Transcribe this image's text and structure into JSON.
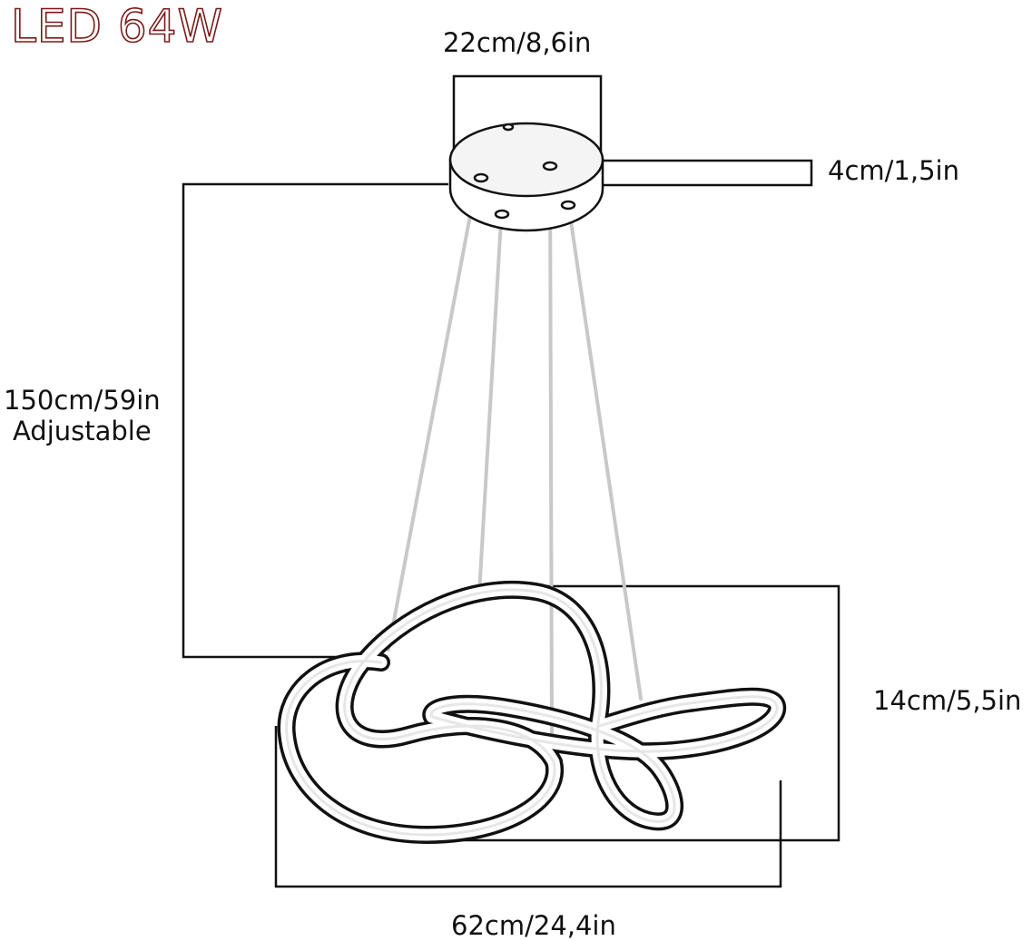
{
  "title": "LED 64W",
  "dimensions": {
    "canopy_diameter": "22cm/8,6in",
    "canopy_height": "4cm/1,5in",
    "drop_length": "150cm/59in",
    "drop_note": "Adjustable",
    "ring_depth": "14cm/5,5in",
    "ring_width": "62cm/24,4in"
  },
  "colors": {
    "title_outline": "#7a1a1a",
    "title_glow": "#f4a020",
    "line": "#111111",
    "cable": "#c8c8c8"
  }
}
